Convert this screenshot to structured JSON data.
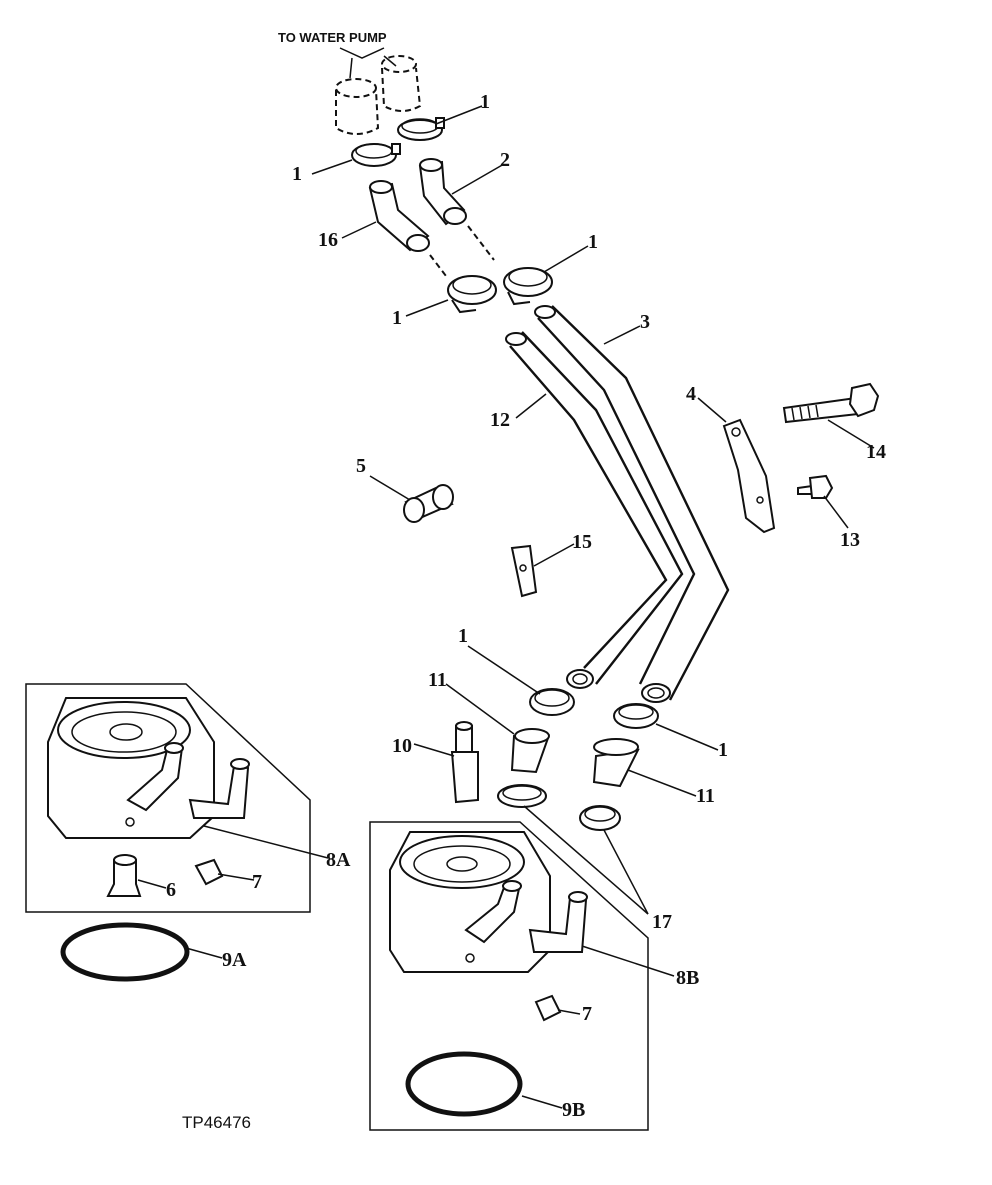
{
  "caption_water_pump": "TO WATER PUMP",
  "figure_code": "TP46476",
  "labels": {
    "c1a": "1",
    "c1b": "1",
    "c1c": "1",
    "c1d": "1",
    "c1e": "1",
    "c1f": "1",
    "p2": "2",
    "p3": "3",
    "p4": "4",
    "p5": "5",
    "p6": "6",
    "p7a": "7",
    "p7b": "7",
    "p8a": "8A",
    "p8b": "8B",
    "p9a": "9A",
    "p9b": "9B",
    "p10": "10",
    "p11a": "11",
    "p11b": "11",
    "p12": "12",
    "p13": "13",
    "p14": "14",
    "p15": "15",
    "p16": "16",
    "p17": "17"
  }
}
